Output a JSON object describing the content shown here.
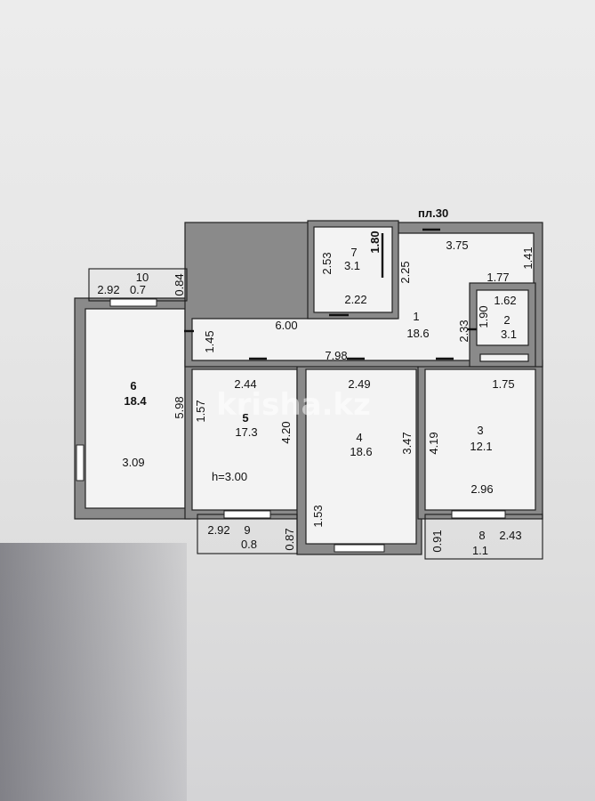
{
  "header": {
    "label": "пл.30"
  },
  "rooms": {
    "r1": {
      "number": "1",
      "area": "18.6"
    },
    "r2": {
      "number": "2",
      "area": "3.1"
    },
    "r3": {
      "number": "3",
      "area": "12.1"
    },
    "r4": {
      "number": "4",
      "area": "18.6"
    },
    "r5": {
      "number": "5",
      "area": "17.3"
    },
    "r6": {
      "number": "6",
      "area": "18.4"
    },
    "r7": {
      "number": "7",
      "area": "3.1"
    },
    "r8": {
      "number": "8",
      "area": "1.1"
    },
    "r9": {
      "number": "9",
      "area": "0.8"
    },
    "r10": {
      "number": "10",
      "area": "0.7"
    }
  },
  "dimensions": {
    "d3_75": "3.75",
    "d1_41": "1.41",
    "d1_77": "1.77",
    "d1_62": "1.62",
    "d1_90": "1.90",
    "d2_33": "2.33",
    "d2_53": "2.53",
    "d1_80": "1.80",
    "d2_25": "2.25",
    "d2_22": "2.22",
    "d6_00": "6.00",
    "d1_45": "1.45",
    "d7_98": "7.98",
    "d2_92_top": "2.92",
    "d0_84": "0.84",
    "d5_98": "5.98",
    "d3_09": "3.09",
    "d2_44": "2.44",
    "d1_57": "1.57",
    "d4_20": "4.20",
    "d2_49": "2.49",
    "d3_47": "3.47",
    "d1_53": "1.53",
    "d4_19": "4.19",
    "d1_75": "1.75",
    "d2_96": "2.96",
    "d2_92_bottom": "2.92",
    "d0_87": "0.87",
    "d0_91": "0.91",
    "d2_43": "2.43"
  },
  "notes": {
    "ceiling": "h=3.00"
  },
  "watermark": "krisha.kz",
  "colors": {
    "wall": "#8a8a8a",
    "wall_edge": "#222222",
    "floor": "#f3f3f3",
    "line": "#1a1a1a"
  }
}
